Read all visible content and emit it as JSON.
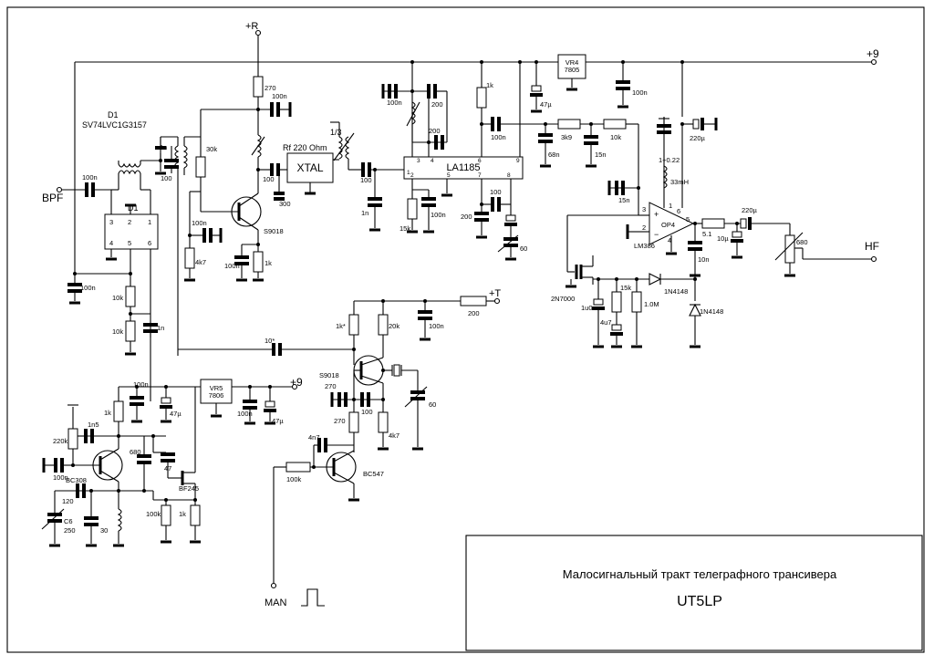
{
  "title_block": {
    "title": "Малосигнальный тракт телеграфного трансивера",
    "author": "UT5LP"
  },
  "terminals": {
    "supply_r": "+R",
    "supply_9_top": "+9",
    "supply_9_vr5": "+9",
    "supply_t": "+T",
    "input_bpf": "BPF",
    "output_hf": "HF",
    "key_man": "MAN"
  },
  "parts": {
    "d1_ref": "D1",
    "d1_type": "SV74LVC1G3157",
    "d1_box": "D1",
    "d1_pins": [
      "3",
      "2",
      "1",
      "4",
      "5",
      "6"
    ],
    "mixer": "LA1185",
    "mixer_pins": [
      "1",
      "2",
      "3",
      "4",
      "5",
      "6",
      "7",
      "8",
      "9"
    ],
    "xtal": "XTAL",
    "rf": "Rf 220 Ohm",
    "vr4_ref": "VR4",
    "vr4_type": "7805",
    "vr5_ref": "VR5",
    "vr5_type": "7806",
    "op_ref": "OP4",
    "op_type": "LM386",
    "op_pins": [
      "1",
      "2",
      "3",
      "4",
      "5",
      "6"
    ],
    "op_plus": "+",
    "op_minus": "−",
    "coil_ratio": "1/3",
    "q_rf": "S9018",
    "q_osc": "S9018",
    "q_vfo": "BC308",
    "q_fet": "BF245",
    "q_key": "BC547",
    "q_mute": "2N7000",
    "diode_a": "1N4148",
    "diode_b": "1N4148",
    "c6": "C6"
  },
  "values": {
    "r270_top": "270",
    "c100n_top": "100n",
    "c1n_d1": "1n",
    "c100_d1": "100",
    "r30k": "30k",
    "c100_xtal": "100",
    "c300": "300",
    "c100n_base": "100n",
    "r4k7_left": "4k7",
    "c100n_emit": "100n",
    "r1k_emit": "1k",
    "c100n_bpf": "100n",
    "c100n_left": "100n",
    "r10k_a": "10k",
    "r10k_b": "10k",
    "c1n_mid": "1n",
    "c100_mix_in": "100",
    "c1n_mix": "1n",
    "c100n_mix": "100n",
    "c200_mix": "200",
    "r1k_mix": "1k",
    "c100n_mix2": "100n",
    "c47u_vr4": "47µ",
    "c100n_vr4": "100n",
    "r3k9": "3k9",
    "r10k_af": "10k",
    "c68n": "68n",
    "c15n_a": "15n",
    "c15n_b": "15n",
    "r15k_mix": "15k",
    "c100n_mix3": "100n",
    "c200_mix2": "200",
    "c100_mix2": "100",
    "c60_mix": "60",
    "c220u_top": "220µ",
    "c1u0_22": "1+0.22",
    "l33mh": "33mH",
    "r5_1": "5.1",
    "c220u_out": "220µ",
    "c10u": "10µ",
    "c10n": "10n",
    "r680_out": "680",
    "r15k_mute": "15k",
    "r1_0m": "1.0M",
    "c1u0": "1u0",
    "c4u7": "4u7",
    "r1k_star": "1k*",
    "r20k": "20k",
    "c100n_t": "100n",
    "r200_t": "200",
    "c10_star": "10*",
    "c270_osc": "270",
    "c100_osc": "100",
    "r270_osc": "270",
    "r4k7_osc": "4k7",
    "c60_osc": "60",
    "c4n7": "4n7",
    "r100k_key": "100k",
    "c100n_vfo": "100n",
    "c47u_vfo": "47µ",
    "c100n_vr5": "100n",
    "c47u_vr5": "47µ",
    "r1k_vfo": "1k",
    "r220k": "220k",
    "c1n5": "1n5",
    "c680": "680",
    "c47": "47",
    "c100n_vfo_b": "100n",
    "c120": "120",
    "c250": "250",
    "c30": "30",
    "r100k_vfo": "100k",
    "r1k_fet": "1k"
  }
}
